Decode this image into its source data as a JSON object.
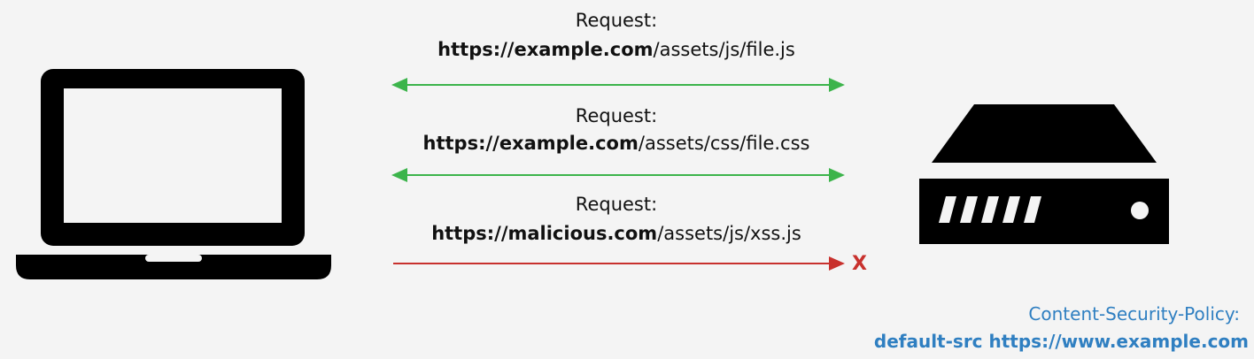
{
  "client": {
    "icon": "laptop-icon"
  },
  "server": {
    "icon": "server-icon"
  },
  "requests": [
    {
      "label": "Request:",
      "url_host": "https://example.com",
      "url_path": "/assets/js/file.js",
      "status": "allowed",
      "color": "#3cb44b"
    },
    {
      "label": "Request:",
      "url_host": "https://example.com",
      "url_path": "/assets/css/file.css",
      "status": "allowed",
      "color": "#3cb44b"
    },
    {
      "label": "Request:",
      "url_host": "https://malicious.com",
      "url_path": "/assets/js/xss.js",
      "status": "blocked",
      "color": "#c8312d",
      "blocked_mark": "X"
    }
  ],
  "csp": {
    "header": "Content-Security-Policy:",
    "value": "default-src https://www.example.com",
    "color": "#2f7fc1"
  }
}
